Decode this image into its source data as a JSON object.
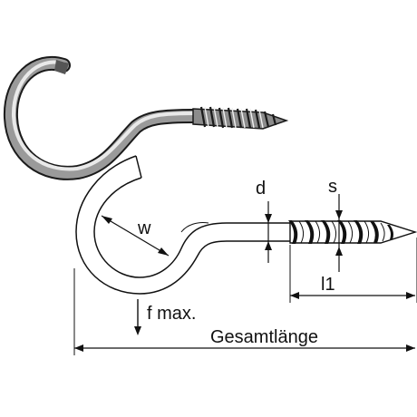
{
  "labels": {
    "d": "d",
    "s": "s",
    "w": "w",
    "l1": "l1",
    "f_max": "f max.",
    "gesamtlaenge": "Gesamtlänge"
  }
}
